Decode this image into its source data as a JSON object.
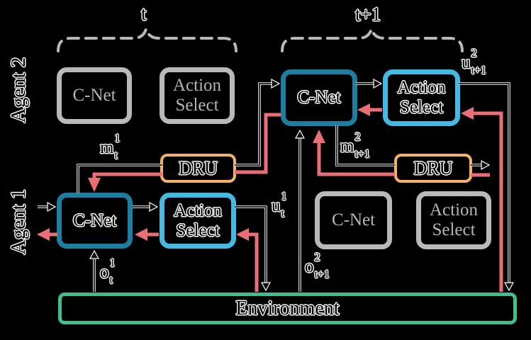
{
  "palette": {
    "background": "#000000",
    "teal": "#1e7ea1",
    "lightblue": "#46b9e2",
    "orange": "#f4b269",
    "green": "#42bd8b",
    "salmon": "#e96e76",
    "gray-border": "#b9b9b9",
    "gray-text": "#b5b5b5",
    "dash": "#b8b8b8",
    "wire": "#111111",
    "wire-halo": "#ffffff"
  },
  "brackets": {
    "t": "t",
    "t_plus_1": "t+1"
  },
  "agents": {
    "agent2": "Agent 2",
    "agent1": "Agent 1"
  },
  "boxes": {
    "cnet_agent2_t": {
      "label": "C-Net",
      "state": "inactive"
    },
    "action_select_agent2_t": {
      "label": "Action Select",
      "state": "inactive"
    },
    "cnet_agent2_t1": {
      "label": "C-Net",
      "state": "active"
    },
    "action_select_agent2_t1": {
      "label": "Action Select",
      "state": "active"
    },
    "dru_t": {
      "label": "DRU",
      "state": "active"
    },
    "dru_t1": {
      "label": "DRU",
      "state": "active"
    },
    "cnet_agent1_t": {
      "label": "C-Net",
      "state": "active"
    },
    "action_select_agent1_t": {
      "label": "Action Select",
      "state": "active"
    },
    "cnet_agent1_t1": {
      "label": "C-Net",
      "state": "inactive"
    },
    "action_select_agent1_t1": {
      "label": "Action Select",
      "state": "inactive"
    },
    "environment": {
      "label": "Environment",
      "state": "active"
    }
  },
  "math_labels": {
    "m_t_1": {
      "main": "m",
      "sup": "1",
      "sub": "t"
    },
    "m_t1_2": {
      "main": "m",
      "sup": "2",
      "sub": "t+1"
    },
    "u_t_1": {
      "main": "u",
      "sup": "1",
      "sub": "t"
    },
    "u_t1_2": {
      "main": "u",
      "sup": "2",
      "sub": "t+1"
    },
    "o_t_1": {
      "main": "o",
      "sup": "1",
      "sub": "t"
    },
    "o_t1_2": {
      "main": "o",
      "sup": "2",
      "sub": "t+1"
    }
  }
}
